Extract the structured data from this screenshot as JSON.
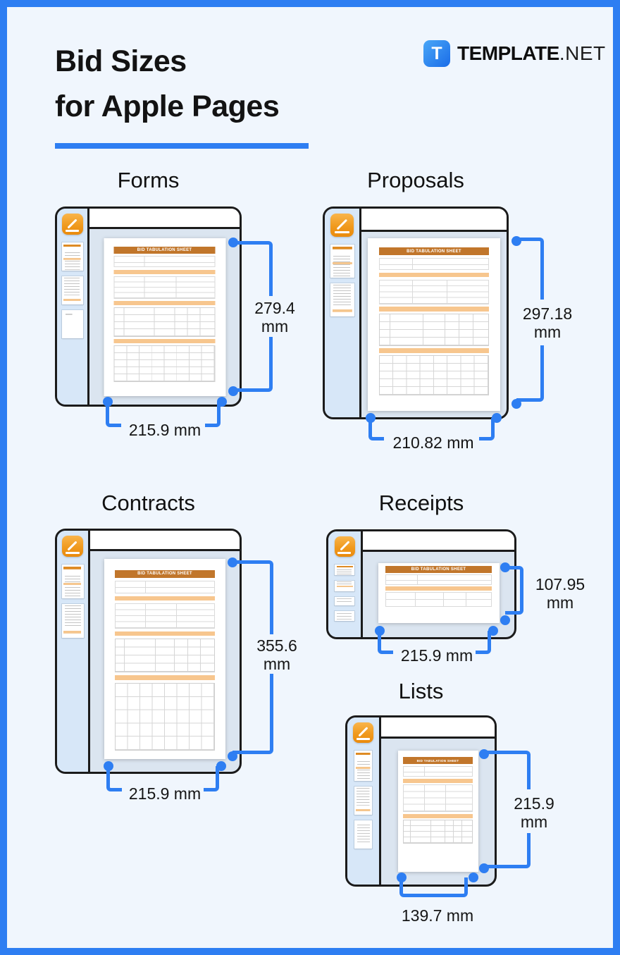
{
  "header": {
    "title_line1": "Bid Sizes",
    "title_line2": "for Apple Pages",
    "brand": {
      "icon_letter": "T",
      "name_bold": "TEMPLATE",
      "name_light": ".NET"
    }
  },
  "colors": {
    "accent_blue": "#2e7ef2",
    "frame_border": "#2e7ef2",
    "background": "#f0f6fd",
    "window_border": "#1b1b1b",
    "window_sidebar": "#d7e7f8",
    "window_canvas": "#dbe5f0",
    "pages_icon_orange": "#f09a1e",
    "doc_header_orange": "#c1762b",
    "doc_band_orange": "#f7c68e"
  },
  "document": {
    "title": "BID TABULATION SHEET"
  },
  "sections": [
    {
      "id": "forms",
      "title": "Forms",
      "height": {
        "value": "279.4",
        "unit": "mm"
      },
      "width_label": "215.9 mm"
    },
    {
      "id": "proposals",
      "title": "Proposals",
      "height": {
        "value": "297.18",
        "unit": "mm"
      },
      "width_label": "210.82 mm"
    },
    {
      "id": "contracts",
      "title": "Contracts",
      "height": {
        "value": "355.6",
        "unit": "mm"
      },
      "width_label": "215.9 mm"
    },
    {
      "id": "receipts",
      "title": "Receipts",
      "height": {
        "value": "107.95",
        "unit": "mm"
      },
      "width_label": "215.9 mm"
    },
    {
      "id": "lists",
      "title": "Lists",
      "height": {
        "value": "215.9",
        "unit": "mm"
      },
      "width_label": "139.7 mm"
    }
  ]
}
